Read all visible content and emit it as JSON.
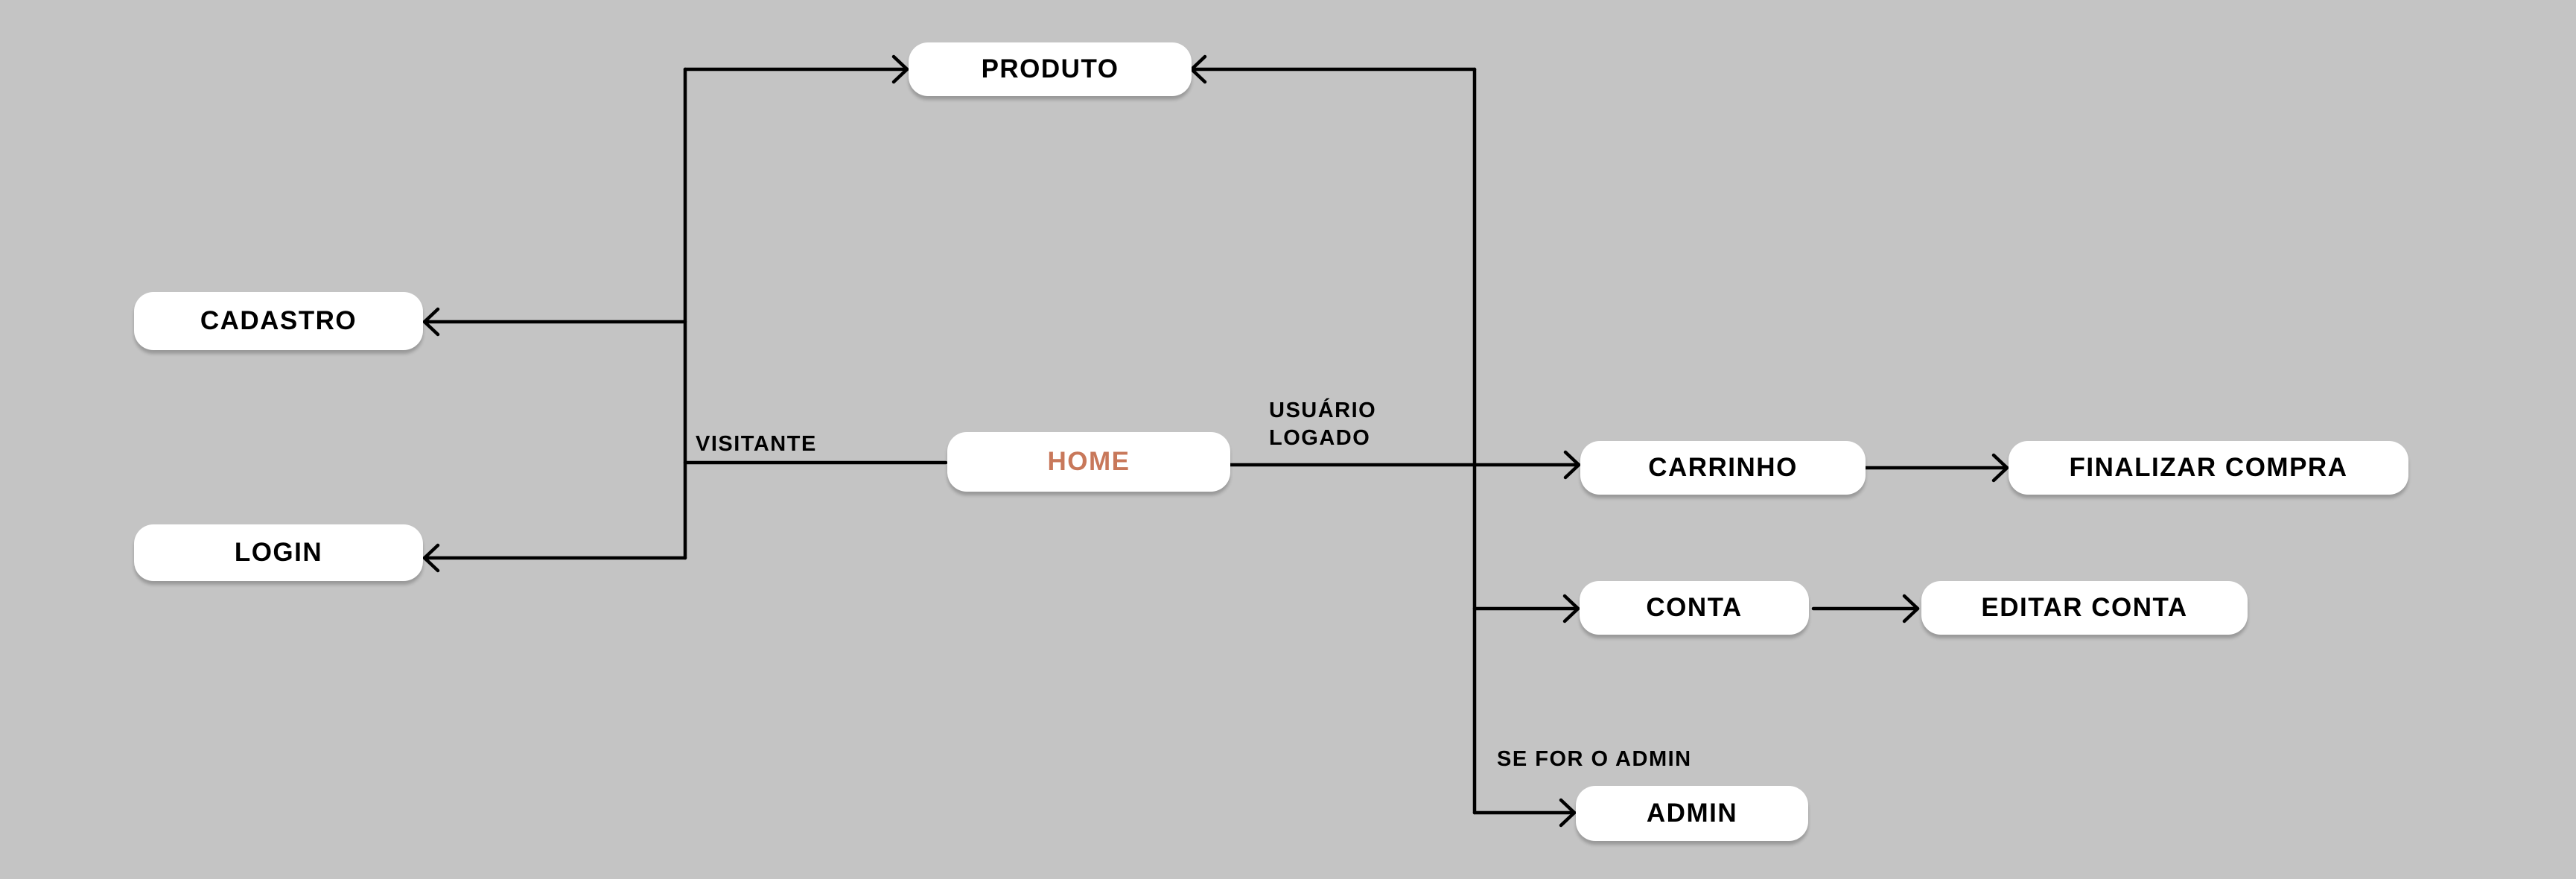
{
  "colors": {
    "background": "#c4c4c4",
    "node_fill": "#ffffff",
    "node_text": "#000000",
    "home_text": "#c8785a",
    "edge": "#000000"
  },
  "nodes": {
    "produto": "PRODUTO",
    "cadastro": "CADASTRO",
    "login": "LOGIN",
    "home": "HOME",
    "carrinho": "CARRINHO",
    "finalizar_compra": "FINALIZAR COMPRA",
    "conta": "CONTA",
    "editar_conta": "EDITAR CONTA",
    "admin": "ADMIN"
  },
  "edge_labels": {
    "visitante": "VISITANTE",
    "usuario_logado_line1": "USUÁRIO",
    "usuario_logado_line2": "LOGADO",
    "se_for_o_admin": "SE FOR O ADMIN"
  },
  "edges": [
    {
      "from": "HOME",
      "to": "CADASTRO",
      "label": "VISITANTE"
    },
    {
      "from": "HOME",
      "to": "LOGIN",
      "label": "VISITANTE"
    },
    {
      "from": "HOME",
      "to": "PRODUTO",
      "label": "VISITANTE"
    },
    {
      "from": "HOME",
      "to": "PRODUTO",
      "label": "USUÁRIO LOGADO"
    },
    {
      "from": "HOME",
      "to": "CARRINHO",
      "label": "USUÁRIO LOGADO"
    },
    {
      "from": "HOME",
      "to": "CONTA",
      "label": "USUÁRIO LOGADO"
    },
    {
      "from": "HOME",
      "to": "ADMIN",
      "label": "SE FOR O ADMIN"
    },
    {
      "from": "CARRINHO",
      "to": "FINALIZAR COMPRA"
    },
    {
      "from": "CONTA",
      "to": "EDITAR CONTA"
    }
  ]
}
